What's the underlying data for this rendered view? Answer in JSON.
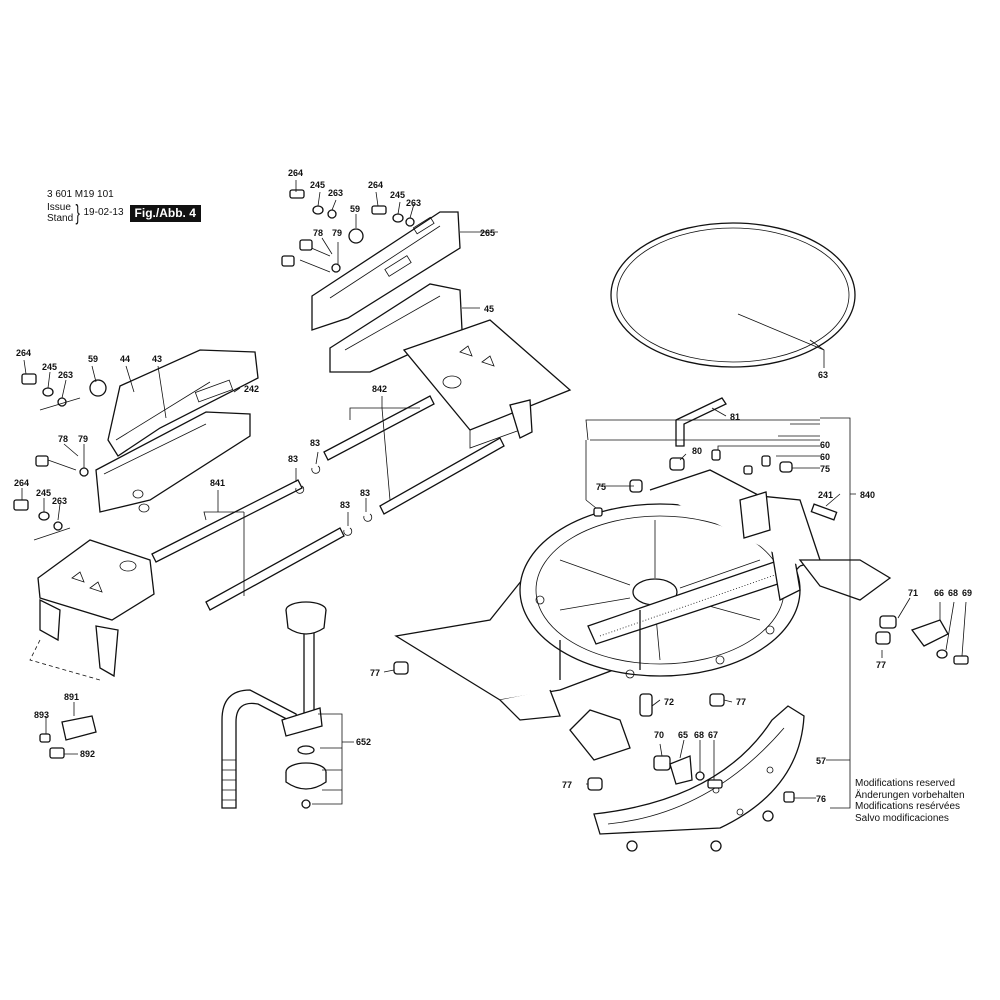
{
  "header": {
    "part_number": "3 601 M19 101",
    "issue_label": "Issue",
    "stand_label": "Stand",
    "date": "19-02-13",
    "figure": "Fig./Abb. 4"
  },
  "notes": [
    "Modifications reserved",
    "Änderungen vorbehalten",
    "Modifications resérvées",
    "Salvo modificaciones"
  ],
  "callouts": [
    "264",
    "245",
    "263",
    "264",
    "245",
    "263",
    "59",
    "265",
    "78",
    "79",
    "45",
    "264",
    "245",
    "263",
    "59",
    "44",
    "43",
    "242",
    "78",
    "79",
    "264",
    "245",
    "263",
    "842",
    "83",
    "83",
    "841",
    "83",
    "83",
    "891",
    "893",
    "892",
    "652",
    "63",
    "81",
    "80",
    "60",
    "60",
    "75",
    "75",
    "241",
    "840",
    "71",
    "66",
    "68",
    "69",
    "77",
    "77",
    "72",
    "77",
    "70",
    "65",
    "68",
    "67",
    "57",
    "77",
    "76"
  ]
}
